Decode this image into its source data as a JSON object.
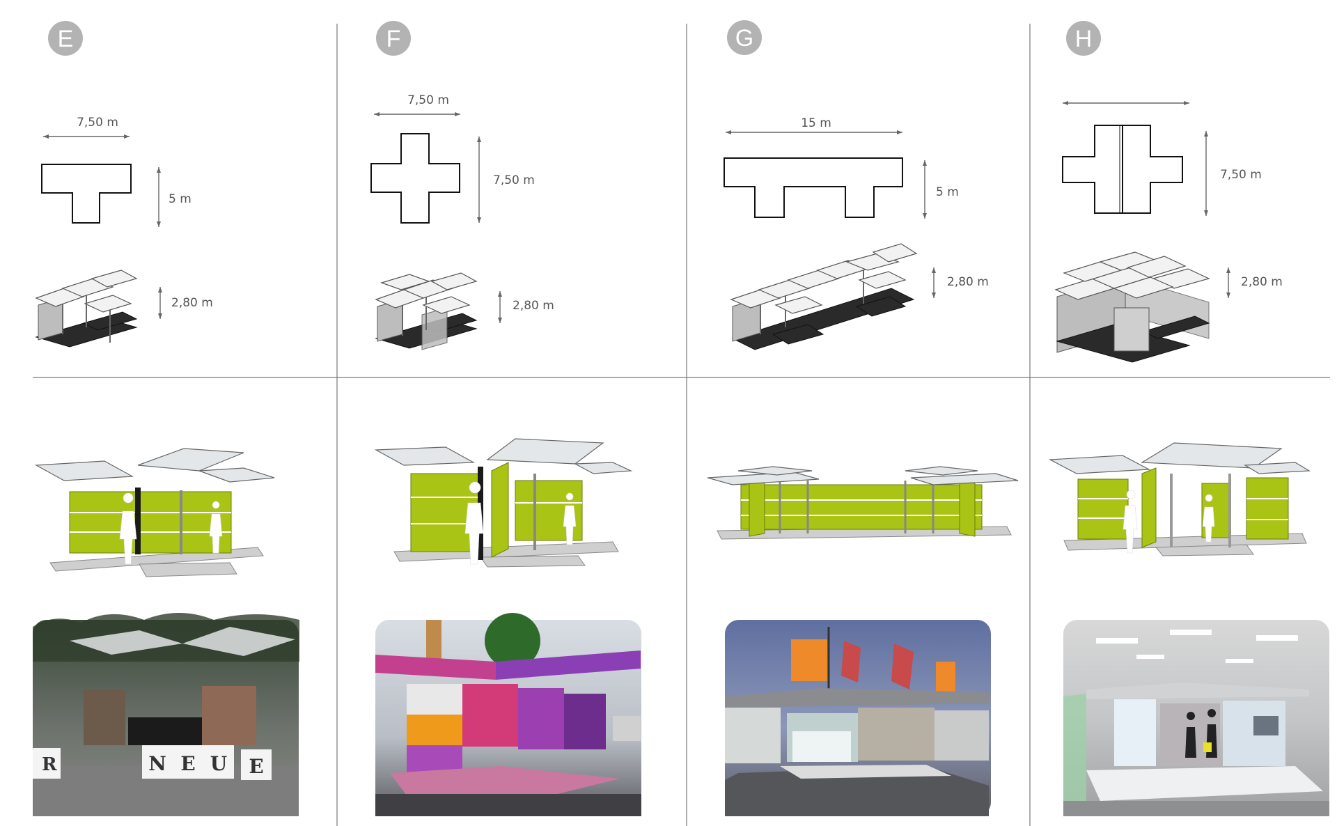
{
  "variants": [
    {
      "label": "E",
      "width": "7,50 m",
      "depth": "5 m",
      "height": "2,80 m"
    },
    {
      "label": "F",
      "width": "7,50 m",
      "depth": "7,50 m",
      "height": "2,80 m"
    },
    {
      "label": "G",
      "width": "15 m",
      "depth": "5 m",
      "height": "2,80 m"
    },
    {
      "label": "H",
      "width": "",
      "depth": "7,50 m",
      "height": "2,80 m"
    }
  ],
  "photo_text": {
    "sign_letters": [
      "R",
      "N",
      "E",
      "U",
      "E"
    ]
  },
  "colors": {
    "badge": "#b3b3b3",
    "panel_green": "#a9c414",
    "divider": "#777777"
  }
}
